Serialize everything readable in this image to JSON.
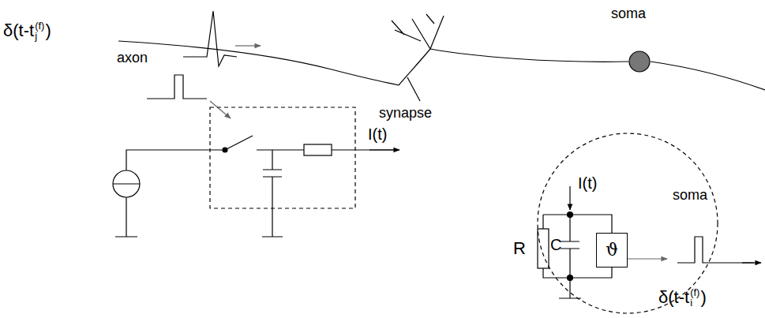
{
  "diagram": {
    "nodes": [
      {
        "text": [
          "soma"
        ]
      },
      {
        "text": [
          "soma"
        ]
      },
      {
        "text": [
          "ϑ"
        ],
        "in": 1
      }
    ],
    "labels": [
      "axon",
      "synapse",
      "δ(t-t",
      "(f)",
      "j",
      ")",
      "I(t)",
      "I(t)",
      "R",
      "C",
      "δ(t-t",
      "(f)",
      "i",
      ")"
    ]
  }
}
